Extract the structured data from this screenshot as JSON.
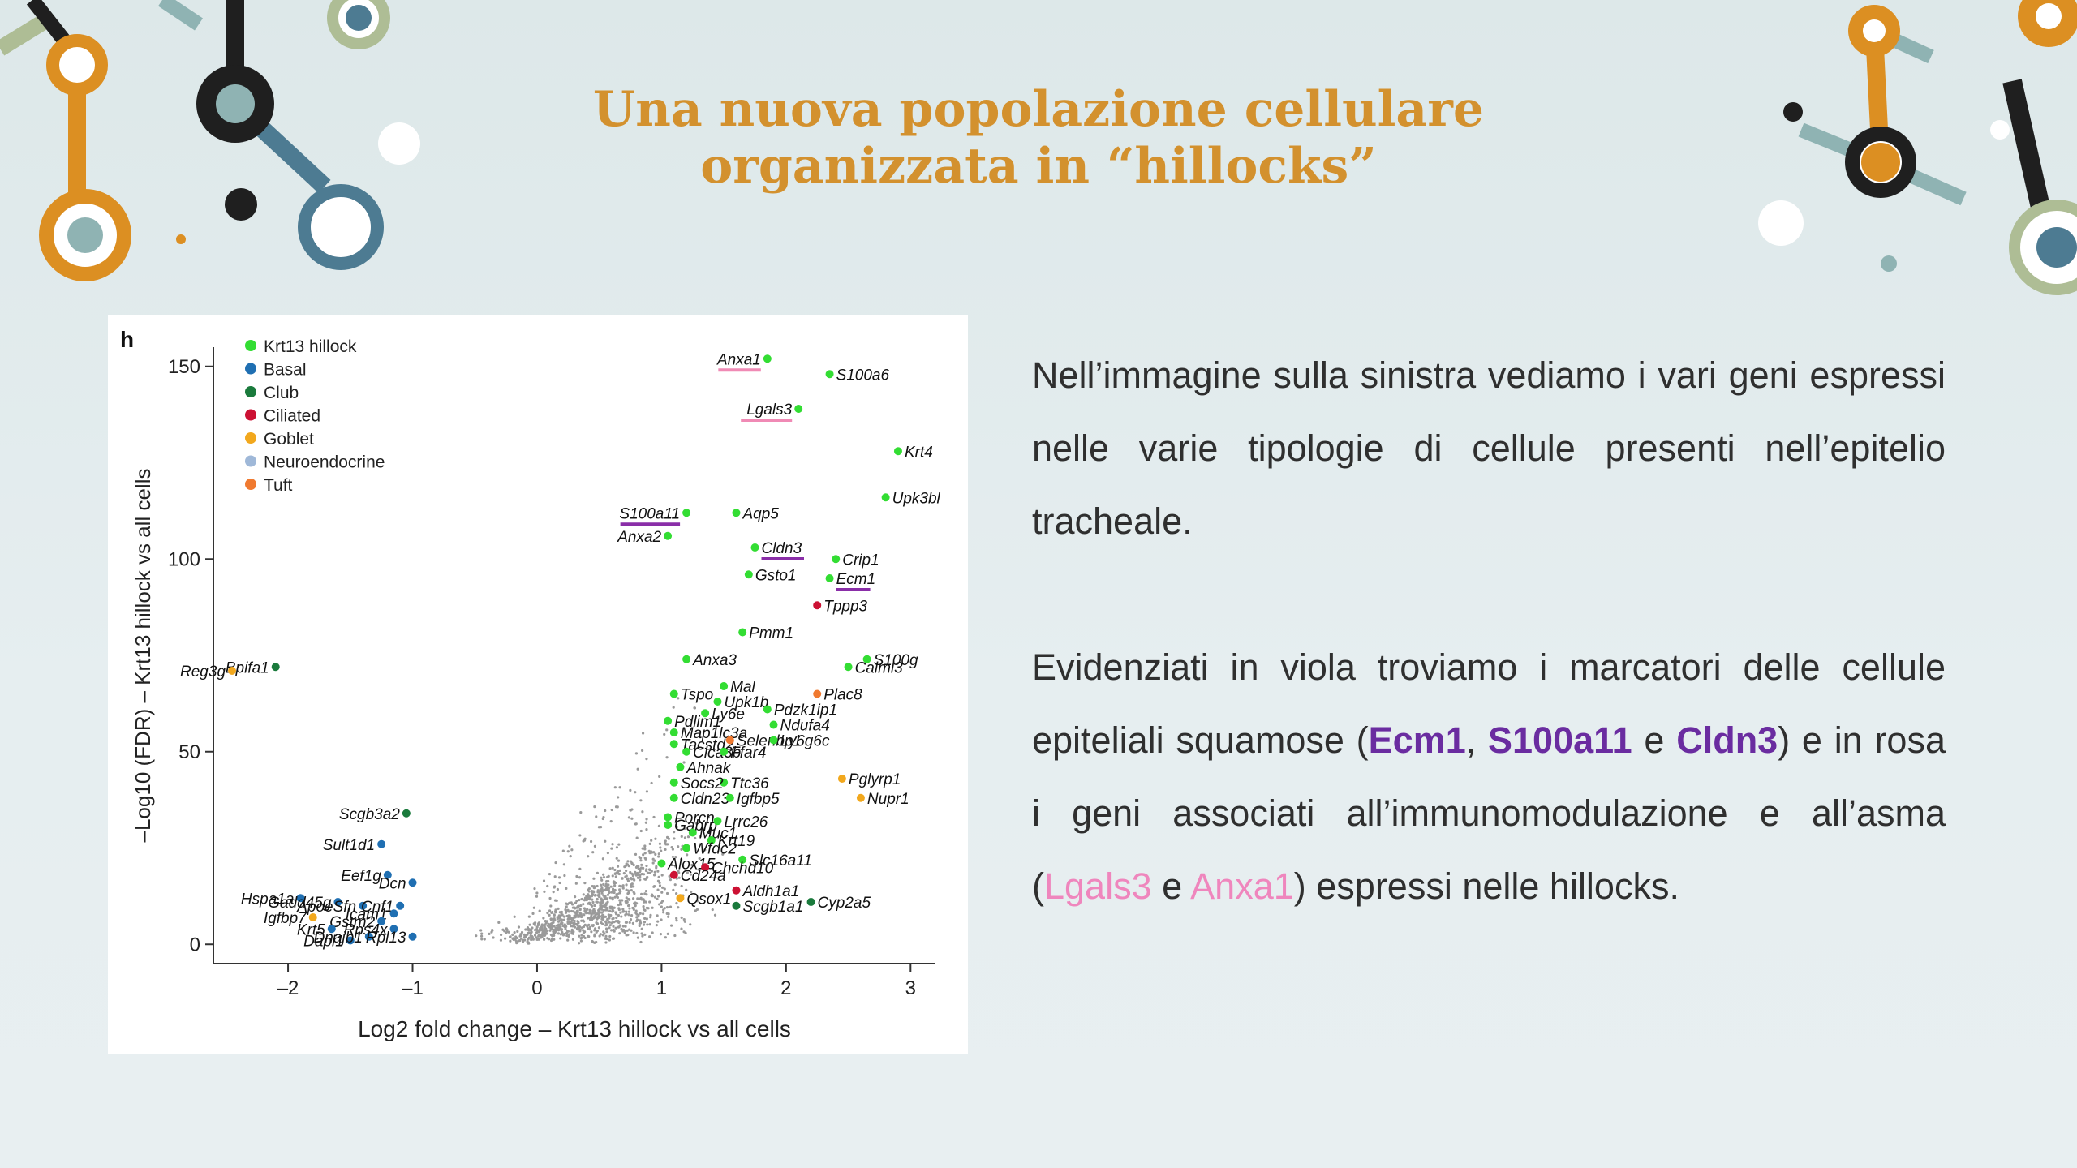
{
  "slide": {
    "title_line1": "Una nuova popolazione cellulare",
    "title_line2": "organizzata in “hillocks”"
  },
  "colors": {
    "title": "#d3912e",
    "highlight_purple": "#6a2ca0",
    "highlight_pink": "#ef86bd",
    "body_text": "#2f2f2f",
    "deco_orange": "#dc8f22",
    "deco_dark": "#1f1f1f",
    "deco_teal": "#8fb3b3",
    "deco_blue": "#4d7b92",
    "deco_sage": "#aebd95"
  },
  "paragraph1": {
    "text": "Nell’immagine sulla sinistra vediamo i vari geni espressi nelle varie tipologie di cellule presenti nell’epitelio tracheale."
  },
  "paragraph2": {
    "intro": "Evidenziati in viola troviamo i marcatori delle cellule epiteliali squamose (",
    "m1": "Ecm1",
    "c1": ", ",
    "m2": "S100a11",
    "c2": " e ",
    "m3": "Cldn3",
    "mid": ") e in rosa i geni associati all’immunomodulazione e all’asma (",
    "p1": "Lgals3",
    "c3": " e ",
    "p2": "Anxa1",
    "end": ") espressi nelle hillocks."
  },
  "chart_data": {
    "type": "scatter",
    "panel_letter": "h",
    "xlabel": "Log2 fold change – Krt13 hillock vs all cells",
    "ylabel": "–Log10 (FDR) – Krt13 hillock vs all cells",
    "xlim": [
      -2.6,
      3.2
    ],
    "ylim": [
      -5,
      155
    ],
    "x_ticks": [
      -2,
      -1,
      0,
      1,
      2,
      3
    ],
    "x_tick_labels": [
      "–2",
      "–1",
      "0",
      "1",
      "2",
      "3"
    ],
    "y_ticks": [
      0,
      50,
      100,
      150
    ],
    "y_tick_labels": [
      "0",
      "50",
      "100",
      "150"
    ],
    "legend_position": "top-left",
    "legend": [
      {
        "name": "Krt13 hillock",
        "color": "#33dd33"
      },
      {
        "name": "Basal",
        "color": "#1f6fb2"
      },
      {
        "name": "Club",
        "color": "#1a7a3c"
      },
      {
        "name": "Ciliated",
        "color": "#cc1133"
      },
      {
        "name": "Goblet",
        "color": "#f2a81d"
      },
      {
        "name": "Neuroendocrine",
        "color": "#9fb8d8"
      },
      {
        "name": "Tuft",
        "color": "#f07a30"
      }
    ],
    "background_points_color": "#9a9a9a",
    "genes": [
      {
        "label": "Anxa1",
        "x": 1.85,
        "y": 152,
        "group": "Krt13 hillock",
        "underline": "pink"
      },
      {
        "label": "S100a6",
        "x": 2.35,
        "y": 148,
        "group": "Krt13 hillock"
      },
      {
        "label": "Lgals3",
        "x": 2.1,
        "y": 139,
        "group": "Krt13 hillock",
        "underline": "pink"
      },
      {
        "label": "Krt4",
        "x": 2.9,
        "y": 128,
        "group": "Krt13 hillock"
      },
      {
        "label": "Upk3bl",
        "x": 2.8,
        "y": 116,
        "group": "Krt13 hillock"
      },
      {
        "label": "S100a11",
        "x": 1.2,
        "y": 112,
        "group": "Krt13 hillock",
        "underline": "purple"
      },
      {
        "label": "Aqp5",
        "x": 1.6,
        "y": 112,
        "group": "Krt13 hillock"
      },
      {
        "label": "Anxa2",
        "x": 1.05,
        "y": 106,
        "group": "Krt13 hillock"
      },
      {
        "label": "Cldn3",
        "x": 1.75,
        "y": 103,
        "group": "Krt13 hillock",
        "underline": "purple"
      },
      {
        "label": "Crip1",
        "x": 2.4,
        "y": 100,
        "group": "Krt13 hillock"
      },
      {
        "label": "Gsto1",
        "x": 1.7,
        "y": 96,
        "group": "Krt13 hillock"
      },
      {
        "label": "Ecm1",
        "x": 2.35,
        "y": 95,
        "group": "Krt13 hillock",
        "underline": "purple"
      },
      {
        "label": "Tppp3",
        "x": 2.25,
        "y": 88,
        "group": "Ciliated"
      },
      {
        "label": "Pmm1",
        "x": 1.65,
        "y": 81,
        "group": "Krt13 hillock"
      },
      {
        "label": "Anxa3",
        "x": 1.2,
        "y": 74,
        "group": "Krt13 hillock"
      },
      {
        "label": "Calml3",
        "x": 2.5,
        "y": 72,
        "group": "Krt13 hillock"
      },
      {
        "label": "S100g",
        "x": 2.65,
        "y": 74,
        "group": "Krt13 hillock"
      },
      {
        "label": "Bpifa1",
        "x": -2.1,
        "y": 72,
        "group": "Club"
      },
      {
        "label": "Reg3g",
        "x": -2.45,
        "y": 71,
        "group": "Goblet"
      },
      {
        "label": "Tspo",
        "x": 1.1,
        "y": 65,
        "group": "Krt13 hillock"
      },
      {
        "label": "Mal",
        "x": 1.5,
        "y": 67,
        "group": "Krt13 hillock"
      },
      {
        "label": "Upk1b",
        "x": 1.45,
        "y": 63,
        "group": "Krt13 hillock"
      },
      {
        "label": "Plac8",
        "x": 2.25,
        "y": 65,
        "group": "Tuft"
      },
      {
        "label": "Ly6e",
        "x": 1.35,
        "y": 60,
        "group": "Krt13 hillock"
      },
      {
        "label": "Pdzk1ip1",
        "x": 1.85,
        "y": 61,
        "group": "Krt13 hillock"
      },
      {
        "label": "Pdlim1",
        "x": 1.05,
        "y": 58,
        "group": "Krt13 hillock"
      },
      {
        "label": "Map1lc3a",
        "x": 1.1,
        "y": 55,
        "group": "Krt13 hillock"
      },
      {
        "label": "Ndufa4",
        "x": 1.9,
        "y": 57,
        "group": "Krt13 hillock"
      },
      {
        "label": "Tacstd2",
        "x": 1.1,
        "y": 52,
        "group": "Krt13 hillock"
      },
      {
        "label": "Selenbp1",
        "x": 1.55,
        "y": 53,
        "group": "Tuft"
      },
      {
        "label": "Ly6g6c",
        "x": 1.9,
        "y": 53,
        "group": "Krt13 hillock"
      },
      {
        "label": "Clca3b",
        "x": 1.2,
        "y": 50,
        "group": "Krt13 hillock"
      },
      {
        "label": "Ffar4",
        "x": 1.5,
        "y": 50,
        "group": "Krt13 hillock"
      },
      {
        "label": "Ahnak",
        "x": 1.15,
        "y": 46,
        "group": "Krt13 hillock"
      },
      {
        "label": "Pglyrp1",
        "x": 2.45,
        "y": 43,
        "group": "Goblet"
      },
      {
        "label": "Ttc36",
        "x": 1.5,
        "y": 42,
        "group": "Krt13 hillock"
      },
      {
        "label": "Socs2",
        "x": 1.1,
        "y": 42,
        "group": "Krt13 hillock"
      },
      {
        "label": "Nupr1",
        "x": 2.6,
        "y": 38,
        "group": "Goblet"
      },
      {
        "label": "Cldn23",
        "x": 1.1,
        "y": 38,
        "group": "Krt13 hillock"
      },
      {
        "label": "Igfbp5",
        "x": 1.55,
        "y": 38,
        "group": "Krt13 hillock"
      },
      {
        "label": "Scgb3a2",
        "x": -1.05,
        "y": 34,
        "group": "Club"
      },
      {
        "label": "Porcn",
        "x": 1.05,
        "y": 33,
        "group": "Krt13 hillock"
      },
      {
        "label": "Gabrp",
        "x": 1.05,
        "y": 31,
        "group": "Krt13 hillock"
      },
      {
        "label": "Lrrc26",
        "x": 1.45,
        "y": 32,
        "group": "Krt13 hillock"
      },
      {
        "label": "Muc1",
        "x": 1.25,
        "y": 29,
        "group": "Krt13 hillock"
      },
      {
        "label": "Krt19",
        "x": 1.4,
        "y": 27,
        "group": "Krt13 hillock"
      },
      {
        "label": "Sult1d1",
        "x": -1.25,
        "y": 26,
        "group": "Basal"
      },
      {
        "label": "Wfdc2",
        "x": 1.2,
        "y": 25,
        "group": "Krt13 hillock"
      },
      {
        "label": "Slc16a11",
        "x": 1.65,
        "y": 22,
        "group": "Krt13 hillock"
      },
      {
        "label": "Alox15",
        "x": 1.0,
        "y": 21,
        "group": "Krt13 hillock"
      },
      {
        "label": "Chchd10",
        "x": 1.35,
        "y": 20,
        "group": "Ciliated"
      },
      {
        "label": "Cd24a",
        "x": 1.1,
        "y": 18,
        "group": "Ciliated"
      },
      {
        "label": "Aldh1a1",
        "x": 1.6,
        "y": 14,
        "group": "Ciliated"
      },
      {
        "label": "Cyp2a5",
        "x": 2.2,
        "y": 11,
        "group": "Club"
      },
      {
        "label": "Qsox1",
        "x": 1.15,
        "y": 12,
        "group": "Goblet"
      },
      {
        "label": "Scgb1a1",
        "x": 1.6,
        "y": 10,
        "group": "Club"
      },
      {
        "label": "Hspa1a",
        "x": -1.9,
        "y": 12,
        "group": "Basal"
      },
      {
        "label": "Gadd45g",
        "x": -1.6,
        "y": 11,
        "group": "Basal"
      },
      {
        "label": "Eef1g",
        "x": -1.2,
        "y": 18,
        "group": "Basal"
      },
      {
        "label": "Dcn",
        "x": -1.0,
        "y": 16,
        "group": "Basal"
      },
      {
        "label": "ApoeSfn",
        "x": -1.4,
        "y": 10,
        "group": "Basal"
      },
      {
        "label": "Cnf1",
        "x": -1.1,
        "y": 10,
        "group": "Basal"
      },
      {
        "label": "Icam1",
        "x": -1.15,
        "y": 8,
        "group": "Basal"
      },
      {
        "label": "Igfbp7",
        "x": -1.8,
        "y": 7,
        "group": "Goblet"
      },
      {
        "label": "Gstm2",
        "x": -1.25,
        "y": 6,
        "group": "Basal"
      },
      {
        "label": "Krt5",
        "x": -1.65,
        "y": 4,
        "group": "Basal"
      },
      {
        "label": "Rps4x",
        "x": -1.15,
        "y": 4,
        "group": "Basal"
      },
      {
        "label": "Dapl1",
        "x": -1.5,
        "y": 1,
        "group": "Basal"
      },
      {
        "label": "Dnajb1",
        "x": -1.35,
        "y": 2,
        "group": "Basal"
      },
      {
        "label": "Rpl13",
        "x": -1.0,
        "y": 2,
        "group": "Basal"
      }
    ]
  }
}
